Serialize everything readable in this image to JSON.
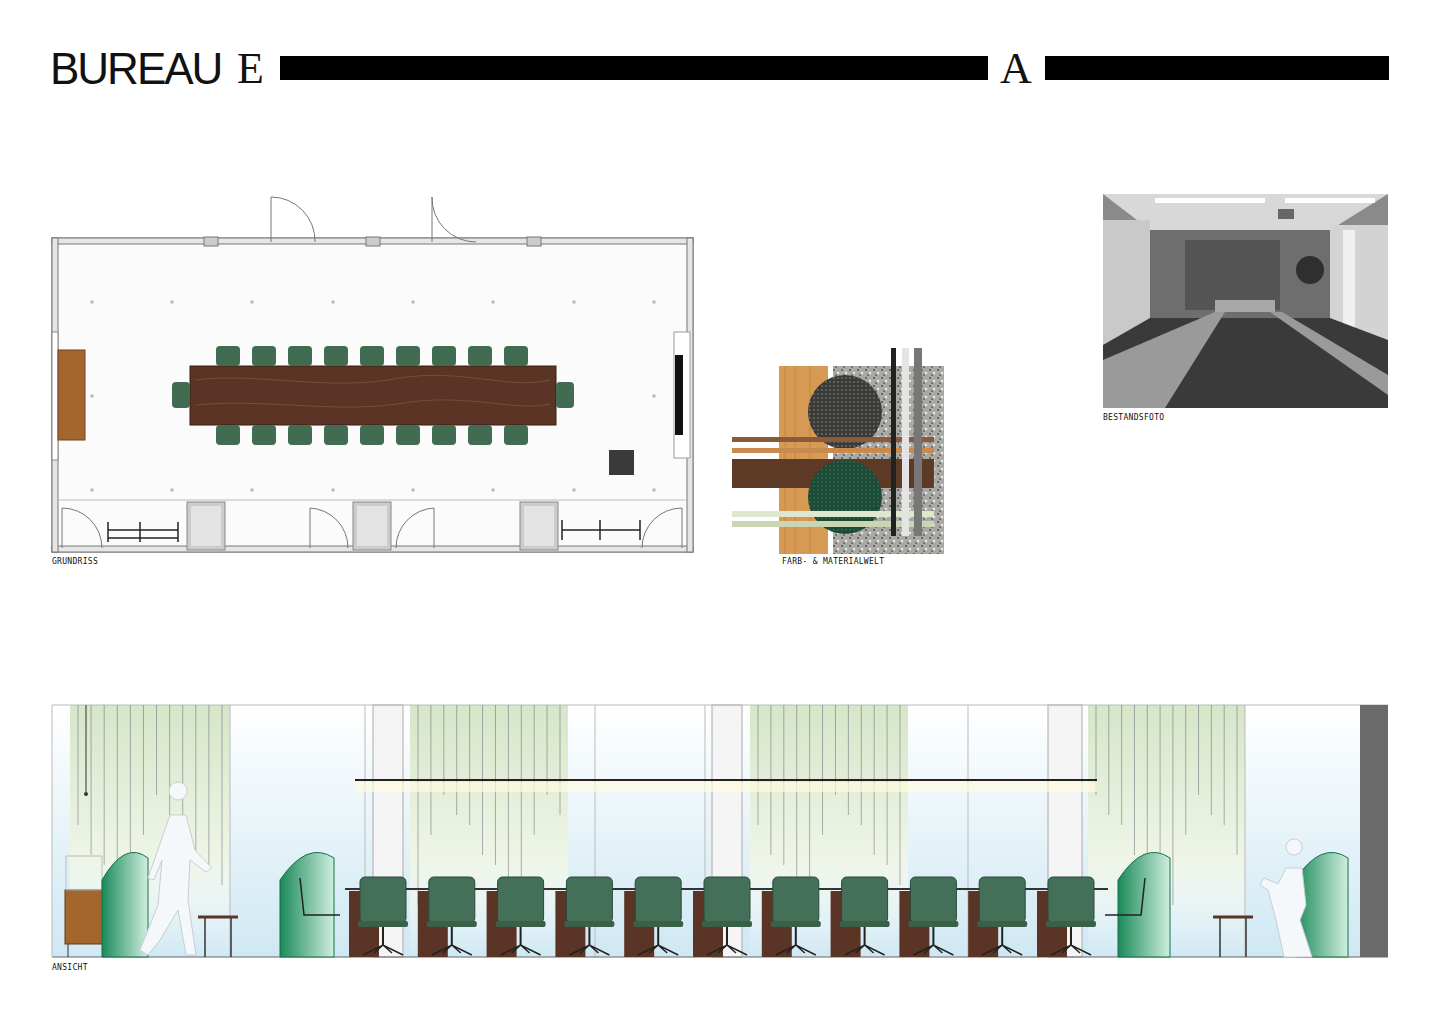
{
  "diagram": {
    "title": "BUREAU",
    "labels": [
      "E",
      "A",
      "GRUNDRISS",
      "FARB- & MATERIALWELT",
      "BESTANDSFOTO",
      "ANSICHT"
    ]
  }
}
